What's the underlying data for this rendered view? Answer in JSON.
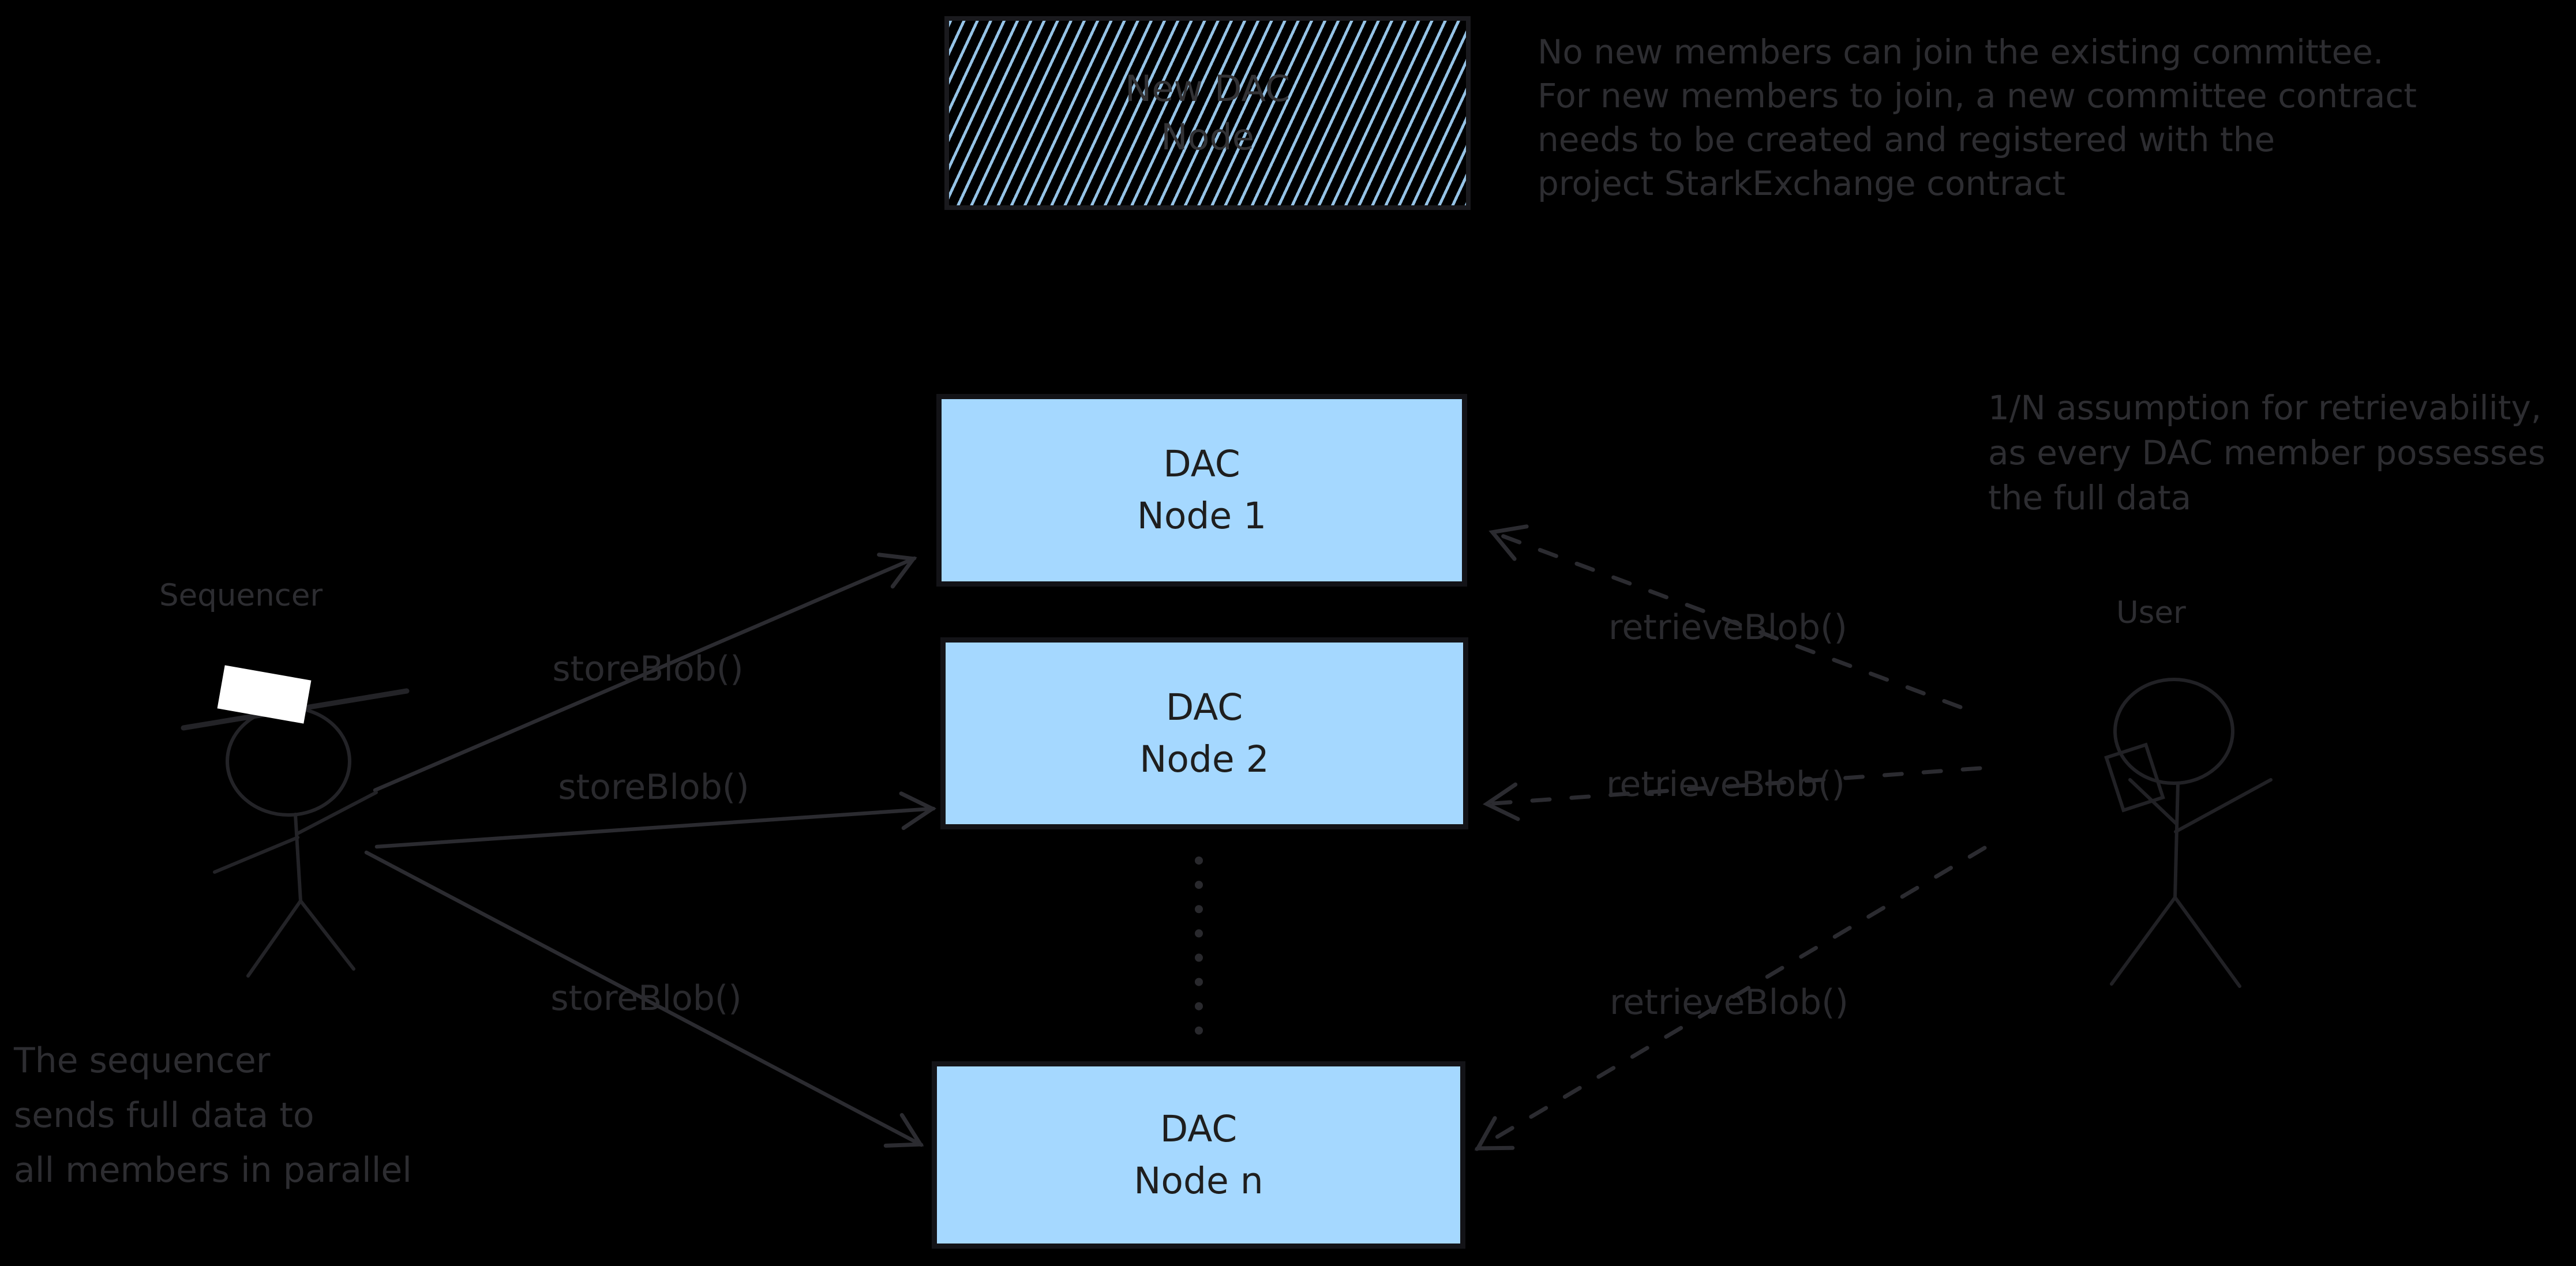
{
  "diagram": {
    "background_color": "#000000",
    "node_fill_color": "#a5d8ff",
    "node_border_color": "#131317",
    "node_text_color": "#1e1e1e",
    "annotation_text_color": "#2d2d31",
    "wire_color": "#2b2b30",
    "hat_color": "#ffffff"
  },
  "new_dac_node_box": {
    "line1": "New DAC",
    "line2": "Node"
  },
  "nodes": [
    {
      "line1": "DAC",
      "line2": "Node 1"
    },
    {
      "line1": "DAC",
      "line2": "Node 2"
    },
    {
      "line1": "DAC",
      "line2": "Node n"
    }
  ],
  "actors": {
    "sequencer_label": "Sequencer",
    "user_label": "User"
  },
  "edges": {
    "store_label": "storeBlob()",
    "retrieve_label": "retrieveBlob()"
  },
  "notes": {
    "committee": {
      "lines": [
        "No new members can join the existing committee.",
        "For new members to join, a new committee contract",
        "needs to be created and registered with the",
        "project StarkExchange contract"
      ]
    },
    "retrievability": {
      "lines": [
        "1/N assumption for retrievability,",
        "as every DAC member possesses",
        "the full data"
      ]
    },
    "sequencer_note": {
      "lines": [
        "The sequencer",
        "sends full data to",
        "all members in parallel"
      ]
    }
  }
}
